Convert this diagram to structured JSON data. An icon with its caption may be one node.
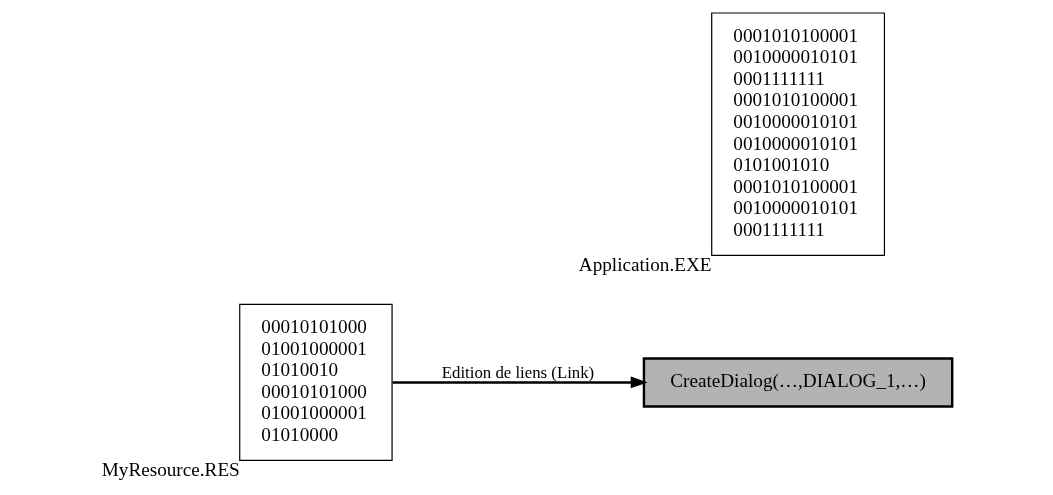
{
  "diagram": {
    "nodes": [
      {
        "text": [
          "00010101000",
          "01001000001",
          "01010010",
          "00010101000",
          "01001000001",
          "01010000"
        ],
        "beside": [
          "MyResource.RES"
        ]
      },
      {
        "text": [
          "0001010100001",
          "0010000010101",
          "0001111111",
          "0001010100001",
          "0010000010101",
          "0010000010101",
          "0101001010",
          "0001010100001",
          "0010000010101",
          "0001111111"
        ],
        "beside": [
          "Application.EXE"
        ]
      },
      {
        "text": [
          "CreateDialog(…,DIALOG_1,…)"
        ]
      }
    ],
    "edges": [
      {
        "from": 0,
        "to": 2,
        "arrow": "to",
        "label": "Edition de liens (Link)"
      }
    ]
  }
}
